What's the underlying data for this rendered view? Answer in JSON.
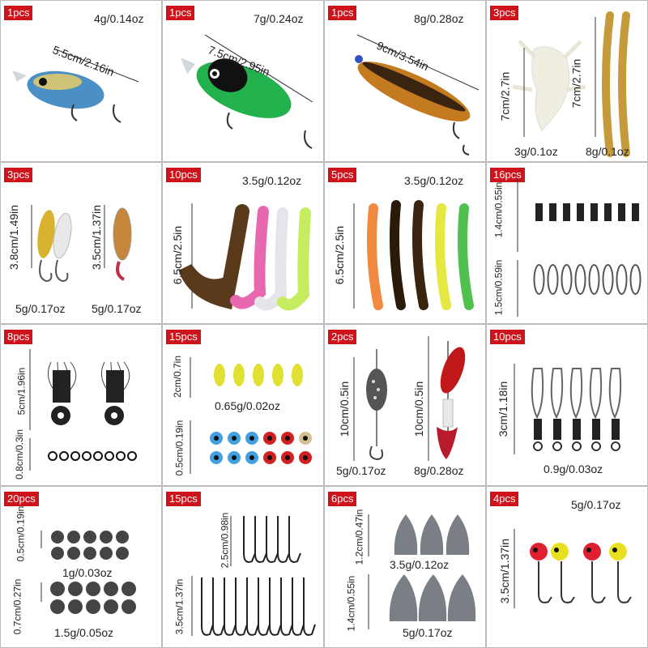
{
  "cells": [
    {
      "id": "crankbait-small",
      "qty": "1pcs",
      "weight": "4g/0.14oz",
      "size": "5.5cm/2.16in"
    },
    {
      "id": "crankbait-green",
      "qty": "1pcs",
      "weight": "7g/0.24oz",
      "size": "7.5cm/2.95in"
    },
    {
      "id": "minnow-jointed",
      "qty": "1pcs",
      "weight": "8g/0.28oz",
      "size": "9cm/3.54in"
    },
    {
      "id": "shrimp-and-worm",
      "qty": "3pcs",
      "weight_shrimp": "3g/0.1oz",
      "weight_worm": "8g/0.1oz",
      "size_shrimp": "7cm/2.7in",
      "size_worm": "7cm/2.7in"
    },
    {
      "id": "spoons",
      "qty": "3pcs",
      "weight_a": "5g/0.17oz",
      "weight_b": "5g/0.17oz",
      "size_a": "3.8cm/1.49in",
      "size_b": "3.5cm/1.37in"
    },
    {
      "id": "grubs",
      "qty": "10pcs",
      "weight": "3.5g/0.12oz",
      "size": "6.5cm/2.5in"
    },
    {
      "id": "paddle-tails",
      "qty": "5pcs",
      "weight": "3.5g/0.12oz",
      "size": "6.5cm/2.5in"
    },
    {
      "id": "swivels-snaps",
      "qty": "16pcs",
      "size_swivel": "1.4cm/0.55in",
      "size_snap": "1.5cm/0.59in"
    },
    {
      "id": "bobber-stops",
      "qty": "8pcs",
      "size_stop": "5cm/1.96in",
      "size_bead": "0.8cm/0.3in"
    },
    {
      "id": "crickets-eyes",
      "qty": "15pcs",
      "size_cricket": "2cm/0.7in",
      "weight_cricket": "0.65g/0.02oz",
      "size_eye": "0.5cm/0.19in"
    },
    {
      "id": "spinners",
      "qty": "2pcs",
      "size_a": "10cm/0.5in",
      "size_b": "10cm/0.5in",
      "weight_a": "5g/0.17oz",
      "weight_b": "8g/0.28oz"
    },
    {
      "id": "snap-swivels",
      "qty": "10pcs",
      "size": "3cm/1.18in",
      "weight": "0.9g/0.03oz"
    },
    {
      "id": "split-shots",
      "qty": "20pcs",
      "size_small": "0.5cm/0.19in",
      "weight_small": "1g/0.03oz",
      "size_large": "0.7cm/0.27in",
      "weight_large": "1.5g/0.05oz"
    },
    {
      "id": "hooks",
      "qty": "15pcs",
      "size_small": "2.5cm/0.98in",
      "size_large": "3.5cm/1.37in"
    },
    {
      "id": "bullet-sinkers",
      "qty": "6pcs",
      "size_small": "1.2cm/0.47in",
      "weight_small": "3.5g/0.12oz",
      "size_large": "1.4cm/0.55in",
      "weight_large": "5g/0.17oz"
    },
    {
      "id": "jig-heads",
      "qty": "4pcs",
      "weight": "5g/0.17oz",
      "size": "3.5cm/1.37in"
    }
  ],
  "colors": {
    "badge": "#d0121a",
    "border": "#bdbdbd",
    "text": "#222222"
  }
}
